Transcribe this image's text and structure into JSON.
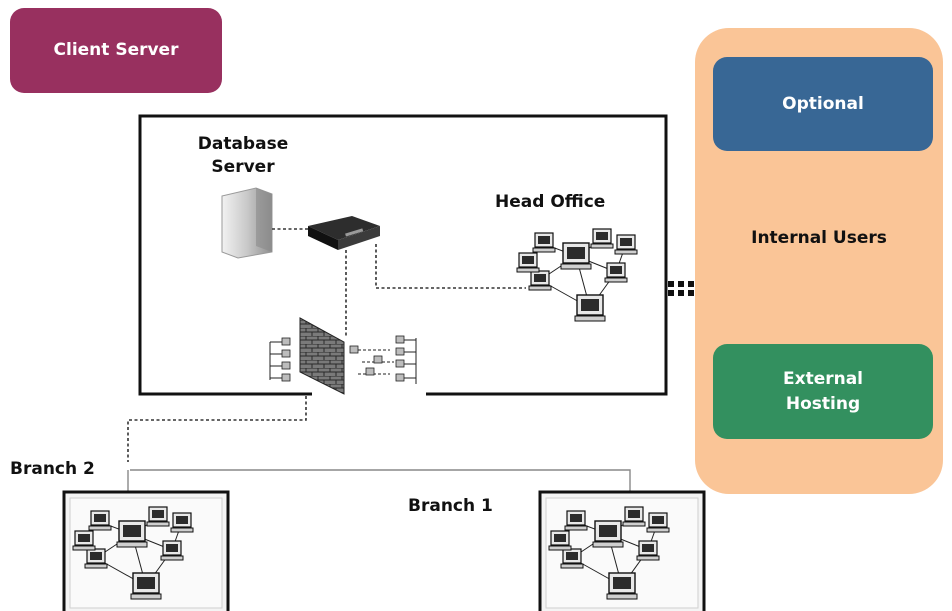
{
  "header": {
    "title": "Client Server"
  },
  "side_panel": {
    "optional_label": "Optional",
    "internal_users_label": "Internal Users",
    "external_hosting_line1": "External",
    "external_hosting_line2": "Hosting",
    "colors": {
      "panel": "#fac597",
      "optional": "#386795",
      "external": "#33905f"
    }
  },
  "network": {
    "database_server_line1": "Database",
    "database_server_line2": "Server",
    "head_office_label": "Head Office",
    "branch1_label": "Branch 1",
    "branch2_label": "Branch 2"
  },
  "colors": {
    "title_box": "#98305f"
  }
}
